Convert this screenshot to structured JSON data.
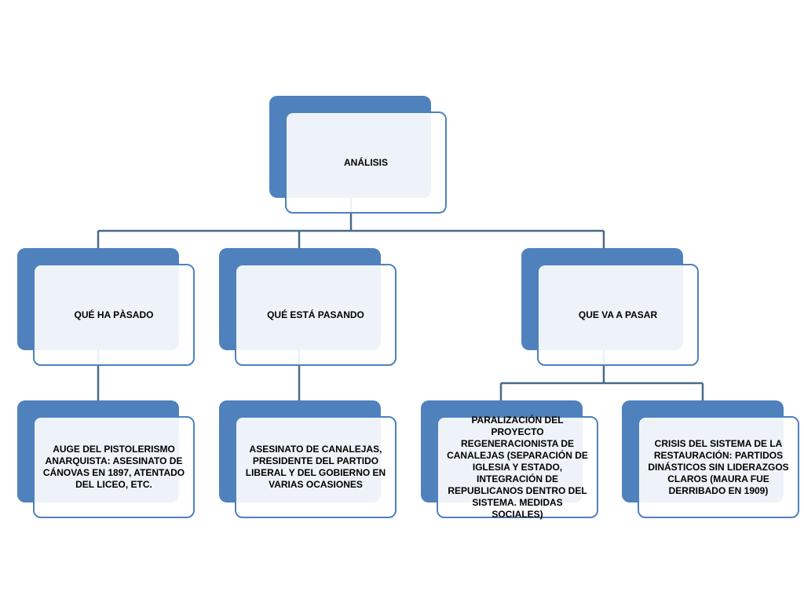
{
  "colors": {
    "node_fill": "#4f81bd",
    "node_border": "#4f81bd",
    "connector": "#4a6a8a",
    "text": "#000000"
  },
  "root": {
    "label": "ANÁLISIS"
  },
  "categories": [
    {
      "label": "QUÉ HA PÀSADO"
    },
    {
      "label": "QUÉ ESTÁ PASANDO"
    },
    {
      "label": "QUE VA A PASAR"
    }
  ],
  "details": [
    {
      "label": "AUGE DEL PISTOLERISMO ANARQUISTA: ASESINATO DE CÁNOVAS EN 1897, ATENTADO DEL LICEO, ETC."
    },
    {
      "label": "ASESINATO DE CANALEJAS, PRESIDENTE DEL PARTIDO LIBERAL Y DEL GOBIERNO EN VARIAS OCASIONES"
    },
    {
      "label": "PARALIZACIÓN DEL PROYECTO REGENERACIONISTA DE CANALEJAS (SEPARACIÓN DE IGLESIA Y ESTADO, INTEGRACIÓN DE REPUBLICANOS DENTRO DEL SISTEMA. MEDIDAS SOCIALES)"
    },
    {
      "label": "CRISIS DEL  SISTEMA DE LA RESTAURACIÓN: PARTIDOS DINÁSTICOS  SIN LIDERAZGOS CLAROS (MAURA  FUE DERRIBADO EN 1909)"
    }
  ]
}
